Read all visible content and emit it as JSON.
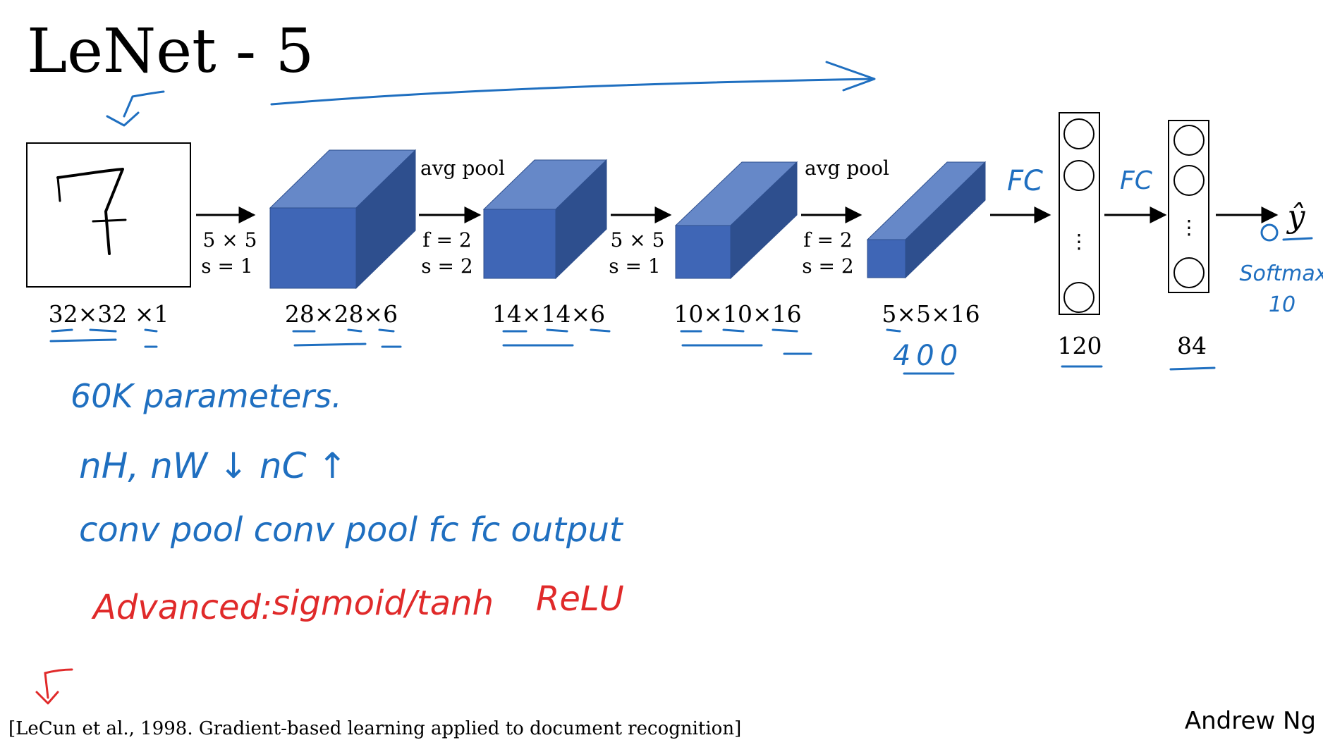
{
  "title": "LeNet - 5",
  "colors": {
    "box_front": "#3f66b6",
    "box_top": "#6688c8",
    "box_side": "#2e4f8e",
    "ink_blue": "#1f6fc0",
    "ink_red": "#e02a2a"
  },
  "input": {
    "digit": "7",
    "size": "32×32 ×1"
  },
  "layers": [
    {
      "size": "28×28×6"
    },
    {
      "size": "14×14×6"
    },
    {
      "size": "10×10×16"
    },
    {
      "size": "5×5×16"
    }
  ],
  "ops": [
    {
      "line1": "5 × 5",
      "line2": "s = 1"
    },
    {
      "top": "avg pool",
      "line1": "f = 2",
      "line2": "s = 2"
    },
    {
      "line1": "5 × 5",
      "line2": "s = 1"
    },
    {
      "top": "avg pool",
      "line1": "f = 2",
      "line2": "s = 2"
    }
  ],
  "fc_layers": [
    {
      "size": "120",
      "dots": "⋮"
    },
    {
      "size": "84",
      "dots": "⋮"
    }
  ],
  "output_symbol": "ŷ",
  "handwritten": {
    "fc1": "FC",
    "fc2": "FC",
    "flat": "400",
    "softmax": "Softmax",
    "softmax_n": "10",
    "params": "60K parameters.",
    "dims": "nH, nW ↓    nC ↑",
    "sequence": "conv  pool  conv  pool  fc  fc  output",
    "advanced": "Advanced:",
    "sigmoid": "sigmoid/tanh",
    "relu": "ReLU"
  },
  "citation": "[LeCun et al., 1998. Gradient-based learning applied to document recognition]",
  "author": "Andrew Ng"
}
